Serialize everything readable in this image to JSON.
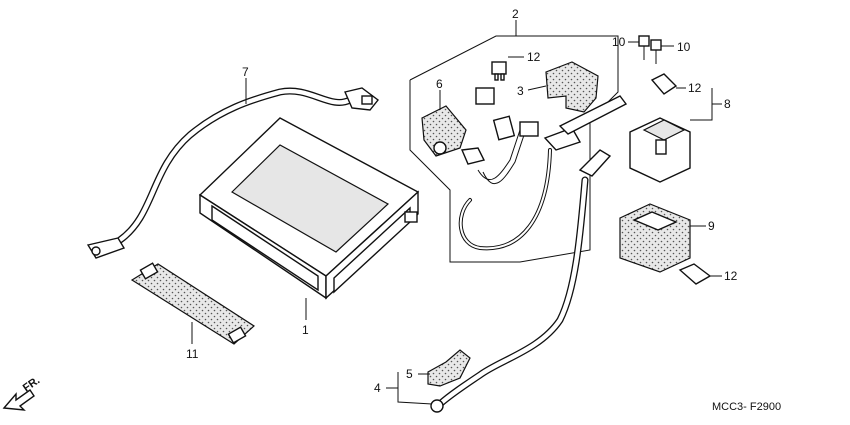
{
  "diagram": {
    "drawing_code": "MCC3- F2900",
    "direction_label": "FR.",
    "callouts": {
      "battery": "1",
      "sub_harness": "2",
      "cover": "3",
      "positive_cable": "4",
      "terminal_cap": "5",
      "fuse_box": "6",
      "negative_cable": "7",
      "starter_relay": "8",
      "relay_cover": "9",
      "bolt_left": "10",
      "bolt_right": "10",
      "fuse_top": "12",
      "fuse_relay": "12",
      "fuse_bottom": "12",
      "battery_band": "11"
    }
  }
}
